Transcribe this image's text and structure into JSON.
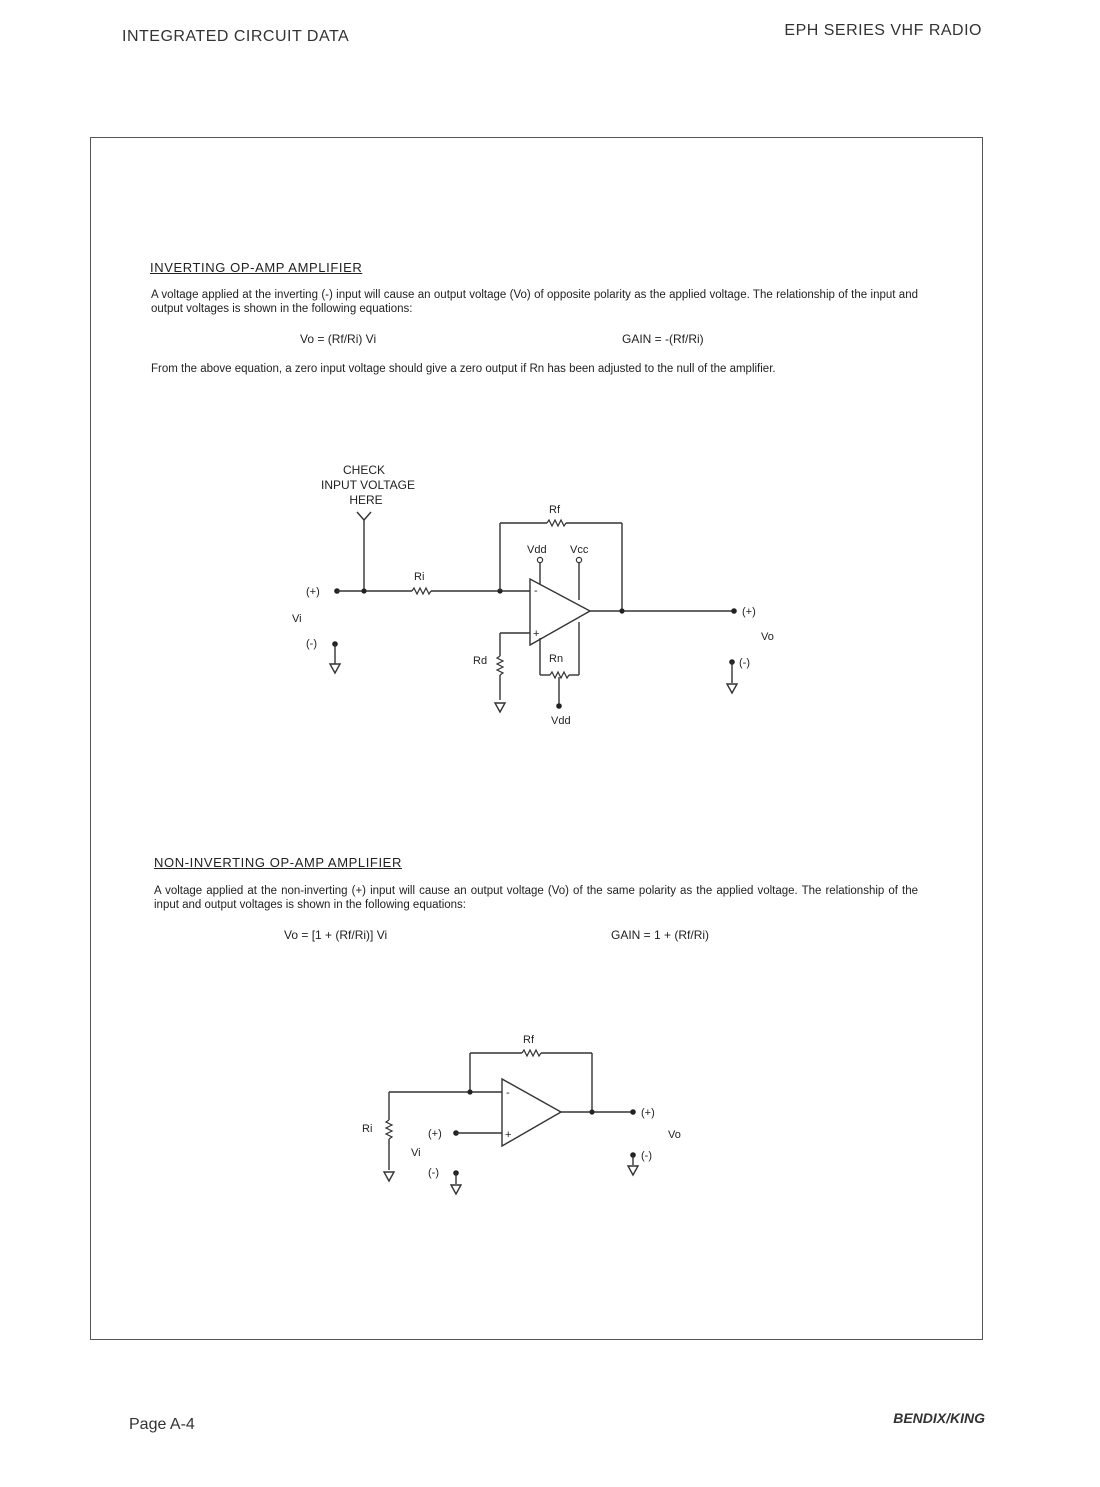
{
  "header": {
    "left": "INTEGRATED CIRCUIT DATA",
    "right": "EPH SERIES VHF RADIO"
  },
  "inverting": {
    "title": "INVERTING OP-AMP AMPLIFIER",
    "paragraph1": "A voltage applied at the inverting (-) input will cause an output voltage (Vo) of opposite polarity as the applied voltage. The relationship of the input and output voltages is shown in the following equations:",
    "eq_vo": "Vo = (Rf/Ri) Vi",
    "eq_gain": "GAIN = -(Rf/Ri)",
    "paragraph2": "From the above equation, a zero input voltage should give a zero output if Rn has been adjusted to the null of the amplifier.",
    "diagram": {
      "check_line1": "CHECK",
      "check_line2": "INPUT VOLTAGE",
      "check_line3": "HERE",
      "rf": "Rf",
      "ri": "Ri",
      "vdd": "Vdd",
      "vcc": "Vcc",
      "vdd_bottom": "Vdd",
      "rd": "Rd",
      "rn": "Rn",
      "in_plus": "(+)",
      "in_minus": "(-)",
      "vi": "Vi",
      "out_plus": "(+)",
      "out_minus": "(-)",
      "vo": "Vo",
      "opamp_minus": "-",
      "opamp_plus": "+"
    }
  },
  "noninverting": {
    "title": "NON-INVERTING OP-AMP AMPLIFIER",
    "paragraph1": "A voltage applied at the non-inverting (+) input will cause an output voltage (Vo) of the same polarity as the applied voltage. The relationship of the input and output voltages is shown in the following equations:",
    "eq_vo": "Vo = [1 + (Rf/Ri)] Vi",
    "eq_gain": "GAIN = 1 + (Rf/Ri)",
    "diagram": {
      "rf": "Rf",
      "ri": "Ri",
      "in_plus": "(+)",
      "in_minus": "(-)",
      "vi": "Vi",
      "out_plus": "(+)",
      "out_minus": "(-)",
      "vo": "Vo",
      "opamp_minus": "-",
      "opamp_plus": "+"
    }
  },
  "footer": {
    "left": "Page A-4",
    "right": "BENDIX/KING"
  }
}
